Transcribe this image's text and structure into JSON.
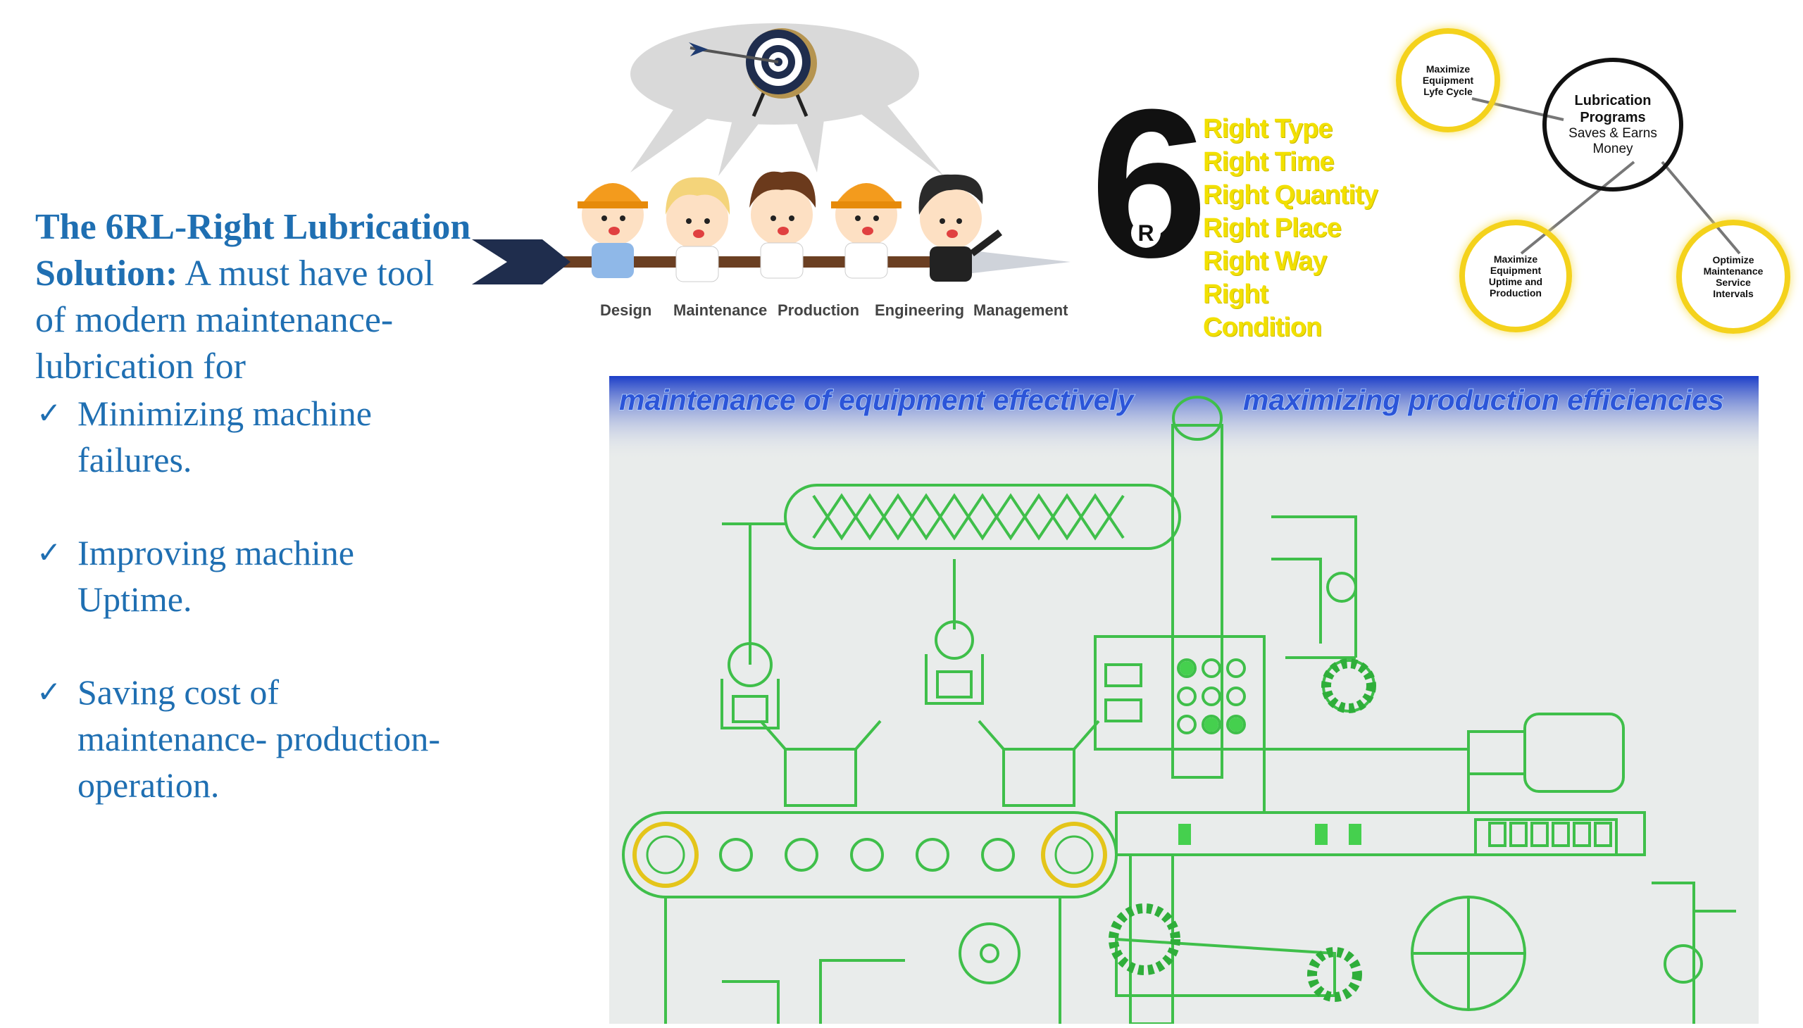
{
  "intro": {
    "title": "The 6RL-Right Lubrication Solution:",
    "rest": " A must have tool of modern maintenance-lubrication for"
  },
  "bullets": [
    "Minimizing machine failures.",
    "Improving machine Uptime.",
    "Saving cost of maintenance- production- operation."
  ],
  "team": {
    "roles": [
      "Design",
      "Maintenance",
      "Production",
      "Engineering",
      "Management"
    ],
    "target_icon": "target-icon"
  },
  "six_r": {
    "number": "6",
    "letter": "R",
    "items": [
      "Right Type",
      "Right Time",
      "Right Quantity",
      "Right Place",
      "Right Way",
      "Right Condition"
    ]
  },
  "program_diagram": {
    "center": {
      "title": "Lubrication Programs",
      "subtitle": "Saves & Earns Money"
    },
    "top_left": "Maximize Equipment Lyfe Cycle",
    "bottom_left": "Maximize Equipment Uptime and Production",
    "bottom_right": "Optimize Maintenance Service Intervals"
  },
  "machine": {
    "banner_left": "maintenance of equipment effectively",
    "banner_right": "maximizing production efficiencies"
  },
  "colors": {
    "text_blue": "#1f6fb2",
    "six_r_yellow": "#f2e000",
    "circle_yellow": "#f4d21c",
    "machine_green": "#3fbf4a",
    "banner_blue": "#2c55d8"
  }
}
